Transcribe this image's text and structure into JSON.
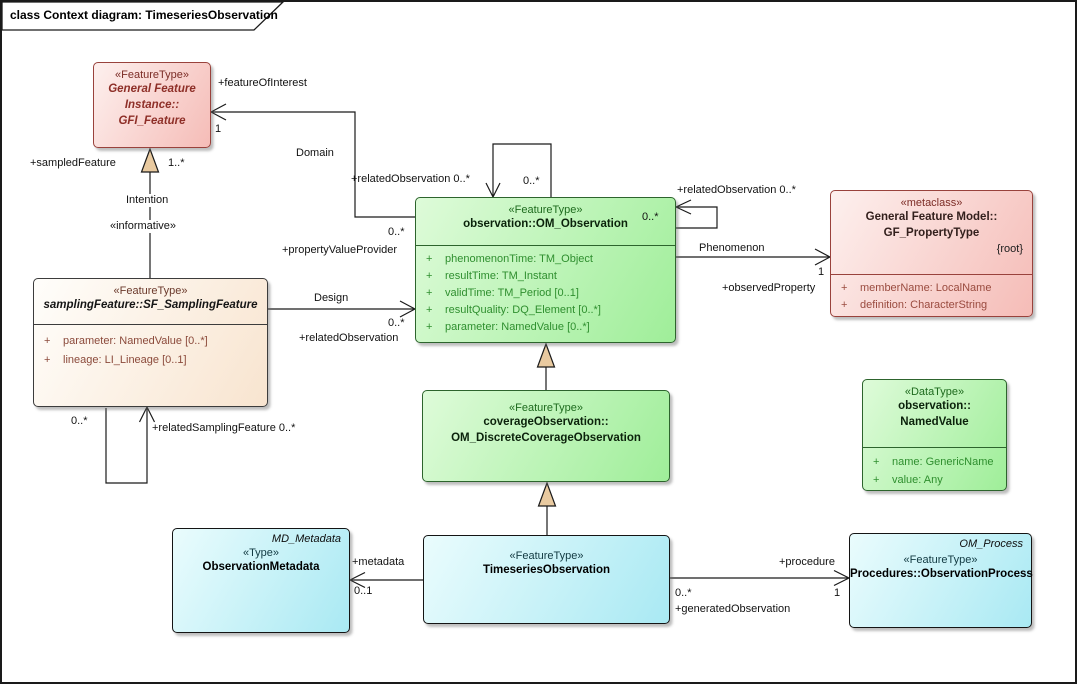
{
  "frame": {
    "title": "class Context diagram: TimeseriesObservation"
  },
  "classes": {
    "gfi": {
      "stereotype": "«FeatureType»",
      "name_lines": [
        "General Feature",
        "Instance::",
        "GFI_Feature"
      ]
    },
    "om": {
      "stereotype": "«FeatureType»",
      "name": "observation::OM_Observation",
      "corner_multiplicity": "0..*",
      "attributes": [
        {
          "vis": "+",
          "text": "phenomenonTime: TM_Object"
        },
        {
          "vis": "+",
          "text": "resultTime: TM_Instant"
        },
        {
          "vis": "+",
          "text": "validTime: TM_Period [0..1]"
        },
        {
          "vis": "+",
          "text": "resultQuality: DQ_Element [0..*]"
        },
        {
          "vis": "+",
          "text": "parameter: NamedValue [0..*]"
        }
      ]
    },
    "gfp": {
      "stereotype": "«metaclass»",
      "name_lines": [
        "General Feature Model::",
        "GF_PropertyType"
      ],
      "tag": "{root}",
      "attributes": [
        {
          "vis": "+",
          "text": "memberName: LocalName"
        },
        {
          "vis": "+",
          "text": "definition: CharacterString"
        }
      ]
    },
    "sf": {
      "stereotype": "«FeatureType»",
      "name": "samplingFeature::SF_SamplingFeature",
      "attributes": [
        {
          "vis": "+",
          "text": "parameter: NamedValue [0..*]"
        },
        {
          "vis": "+",
          "text": "lineage: LI_Lineage [0..1]"
        }
      ]
    },
    "dco": {
      "stereotype": "«FeatureType»",
      "name_lines": [
        "coverageObservation::",
        "OM_DiscreteCoverageObservation"
      ]
    },
    "nv": {
      "stereotype": "«DataType»",
      "name_lines": [
        "observation::",
        "NamedValue"
      ],
      "attributes": [
        {
          "vis": "+",
          "text": "name: GenericName"
        },
        {
          "vis": "+",
          "text": "value: Any"
        }
      ]
    },
    "omd": {
      "classifier": "MD_Metadata",
      "stereotype": "«Type»",
      "name": "ObservationMetadata"
    },
    "tso": {
      "stereotype": "«FeatureType»",
      "name": "TimeseriesObservation"
    },
    "op": {
      "classifier": "OM_Process",
      "stereotype": "«FeatureType»",
      "name": "Procedures::ObservationProcess"
    }
  },
  "edge_labels": {
    "feature_of_interest_role": "+featureOfInterest",
    "feature_of_interest_mult": "1",
    "domain_name": "Domain",
    "property_value_provider_mult": "0..*",
    "property_value_provider_role": "+propertyValueProvider",
    "sampled_feature_role": "+sampledFeature",
    "sampled_feature_mult": "1..*",
    "intention_name": "Intention",
    "informative_stereotype": "«informative»",
    "related_observation_top": "+relatedObservation 0..*",
    "related_observation_top_mult": "0..*",
    "related_observation_right": "+relatedObservation 0..*",
    "phenomenon_name": "Phenomenon",
    "observed_property_mult": "1",
    "observed_property_role": "+observedProperty",
    "design_name": "Design",
    "design_mult": "0..*",
    "related_observation_role": "+relatedObservation",
    "sf_loop_mult": "0..*",
    "related_sampling_feature_role": "+relatedSamplingFeature 0..*",
    "metadata_role": "+metadata",
    "metadata_mult": "0..1",
    "procedure_role": "+procedure",
    "procedure_mult": "1",
    "generated_observation_mult": "0..*",
    "generated_observation_role": "+generatedObservation"
  }
}
